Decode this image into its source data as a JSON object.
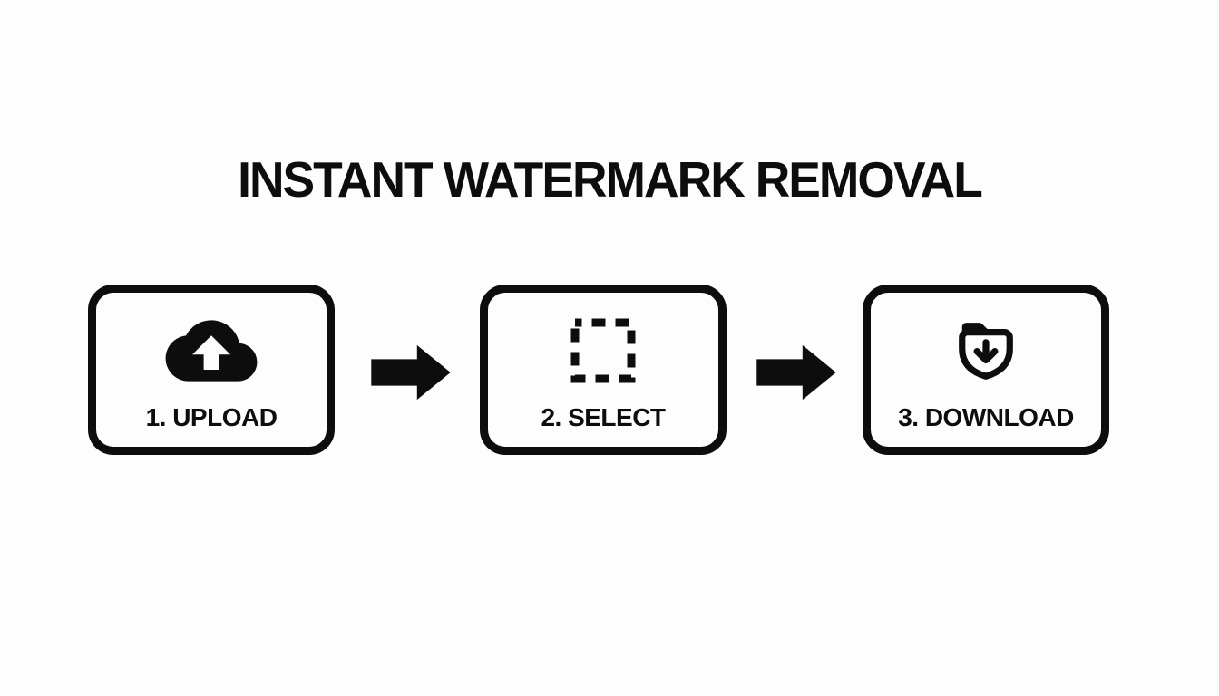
{
  "page": {
    "background_color": "#fdfdfd",
    "foreground_color": "#0d0d0d"
  },
  "title": "INSTANT WATERMARK REMOVAL",
  "steps": [
    {
      "label": "1. UPLOAD",
      "icon": "cloud-upload-icon"
    },
    {
      "label": "2. SELECT",
      "icon": "selection-marquee-icon"
    },
    {
      "label": "3. DOWNLOAD",
      "icon": "folder-download-icon"
    }
  ],
  "connectors": [
    {
      "name": "arrow-1",
      "direction": "right"
    },
    {
      "name": "arrow-2",
      "direction": "right"
    }
  ]
}
